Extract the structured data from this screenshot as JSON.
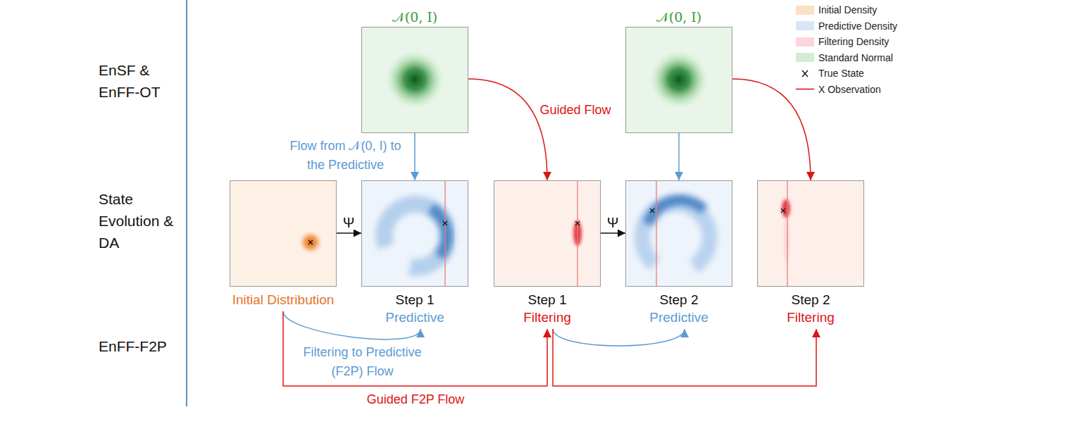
{
  "diagram": {
    "nodes": [
      {
        "text": [
          "𝒩(0, I)"
        ]
      },
      {
        "text": [
          "𝒩(0, I)"
        ]
      },
      {
        "text": [
          "Initial Distribution"
        ]
      },
      {
        "text": [
          "Step 1",
          "Predictive"
        ]
      },
      {
        "text": [
          "Step 1",
          "Filtering"
        ]
      },
      {
        "text": [
          "Step 2",
          "Predictive"
        ]
      },
      {
        "text": [
          "Step 2",
          "Filtering"
        ]
      }
    ],
    "edges": [
      {
        "from": 0,
        "to": 3,
        "arrow": "to",
        "label": "Flow from 𝒩(0, I) to the Predictive"
      },
      {
        "from": 0,
        "to": 4,
        "arrow": "to",
        "label": "Guided Flow"
      },
      {
        "from": 1,
        "to": 5,
        "arrow": "to"
      },
      {
        "from": 1,
        "to": 6,
        "arrow": "to"
      },
      {
        "from": 2,
        "to": 3,
        "arrow": "to",
        "label": "Ψ"
      },
      {
        "from": 4,
        "to": 5,
        "arrow": "to",
        "label": "Ψ"
      },
      {
        "from": 2,
        "to": 3,
        "arrow": "to",
        "label": "Filtering to Predictive (F2P) Flow"
      },
      {
        "from": 2,
        "to": 4,
        "arrow": "to",
        "label": "Guided F2P Flow"
      },
      {
        "from": 4,
        "to": 5,
        "arrow": "to"
      },
      {
        "from": 4,
        "to": 6,
        "arrow": "to"
      }
    ],
    "labels": [
      "EnSF & EnFF-OT",
      "State Evolution & DA",
      "EnFF-F2P"
    ],
    "legend": [
      {
        "text": "Initial Density",
        "color": "#fde0c8"
      },
      {
        "text": "Predictive Density",
        "color": "#d8e7f8"
      },
      {
        "text": "Filtering Density",
        "color": "#fcd6da"
      },
      {
        "text": "Standard Normal",
        "color": "#d3ecd3"
      },
      {
        "text": "True State"
      },
      {
        "text": "X Observation"
      }
    ]
  }
}
